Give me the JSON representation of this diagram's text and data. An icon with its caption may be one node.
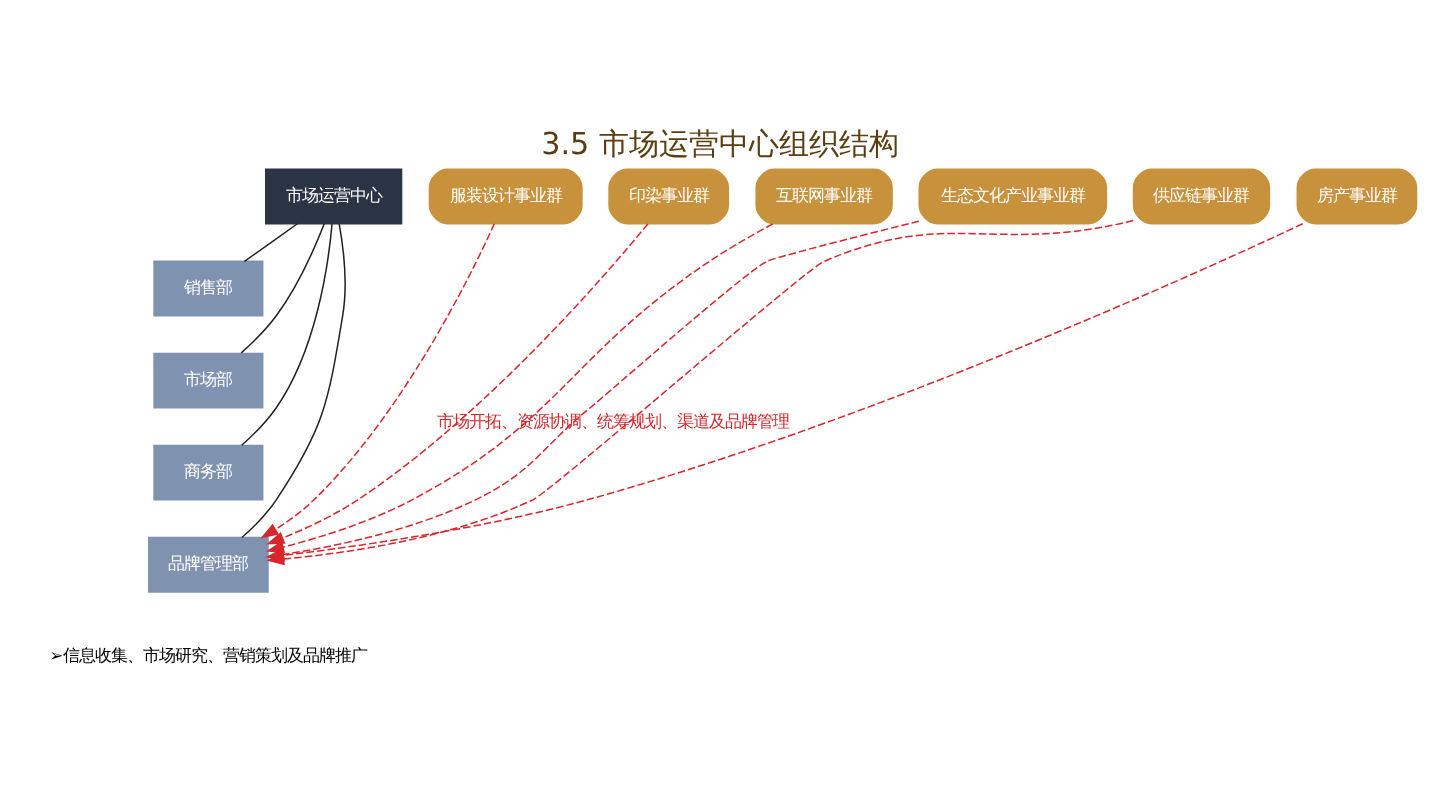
{
  "diagram": {
    "title": "3.5 市场运营中心组织结构",
    "nodes": [
      {
        "text": [
          "市场运营中心"
        ]
      },
      {
        "text": [
          "销售部"
        ]
      },
      {
        "text": [
          "市场部"
        ]
      },
      {
        "text": [
          "商务部"
        ]
      },
      {
        "text": [
          "品牌管理部"
        ]
      },
      {
        "text": [
          "服装设计事业群"
        ]
      },
      {
        "text": [
          "印染事业群"
        ]
      },
      {
        "text": [
          "互联网事业群"
        ]
      },
      {
        "text": [
          "生态文化产业事业群"
        ]
      },
      {
        "text": [
          "供应链事业群"
        ]
      },
      {
        "text": [
          "房产事业群"
        ]
      }
    ],
    "edges": [
      {
        "from": 0,
        "to": 1,
        "arrow": "none",
        "color": "#222222"
      },
      {
        "from": 0,
        "to": 2,
        "arrow": "none",
        "color": "#222222"
      },
      {
        "from": 0,
        "to": 3,
        "arrow": "none",
        "color": "#222222"
      },
      {
        "from": 0,
        "to": 4,
        "arrow": "none",
        "color": "#222222"
      },
      {
        "from": 5,
        "to": 4,
        "arrow": "to",
        "style": "dashed"
      },
      {
        "from": 6,
        "to": 4,
        "arrow": "to",
        "style": "dashed"
      },
      {
        "from": 7,
        "to": 4,
        "arrow": "to",
        "style": "dashed"
      },
      {
        "from": 8,
        "to": 4,
        "arrow": "to",
        "style": "dashed"
      },
      {
        "from": 9,
        "to": 4,
        "arrow": "to",
        "style": "dashed"
      },
      {
        "from": 10,
        "to": 4,
        "arrow": "to",
        "style": "dashed",
        "label": "市场开拓、资源协调、统筹规划、渠道及品牌管理"
      }
    ],
    "labels": [
      "➢信息收集、市场研究、营销策划及品牌推广"
    ]
  }
}
